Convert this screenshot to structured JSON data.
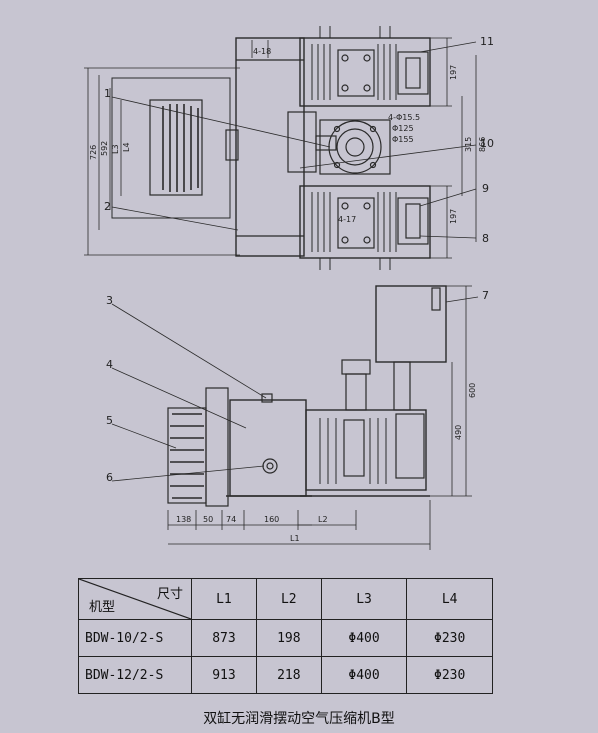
{
  "callouts": {
    "c1": "1",
    "c2": "2",
    "c3": "3",
    "c4": "4",
    "c5": "5",
    "c6": "6",
    "c7": "7",
    "c8": "8",
    "c9": "9",
    "c10": "10",
    "c11": "11"
  },
  "dims_top": {
    "d_4_18": "4-18",
    "d_197a": "197",
    "d_197b": "197",
    "d_315": "315",
    "d_866": "866",
    "d_4_155": "4-Φ15.5",
    "d_125": "Φ125",
    "d_155": "Φ155",
    "d_4_17": "4-17",
    "d_l3": "L3",
    "d_l4": "L4",
    "d_726": "726",
    "d_592": "592"
  },
  "dims_side": {
    "d_138": "138",
    "d_50": "50",
    "d_74": "74",
    "d_160": "160",
    "d_l2": "L2",
    "d_l1": "L1",
    "d_600": "600",
    "d_490": "490"
  },
  "table": {
    "header_size": "尺寸",
    "header_model": "机型",
    "columns": [
      "L1",
      "L2",
      "L3",
      "L4"
    ],
    "rows": [
      {
        "model": "BDW-10/2-S",
        "cells": [
          "873",
          "198",
          "Φ400",
          "Φ230"
        ]
      },
      {
        "model": "BDW-12/2-S",
        "cells": [
          "913",
          "218",
          "Φ400",
          "Φ230"
        ]
      }
    ]
  },
  "caption": "双缸无润滑摆动空气压缩机B型"
}
